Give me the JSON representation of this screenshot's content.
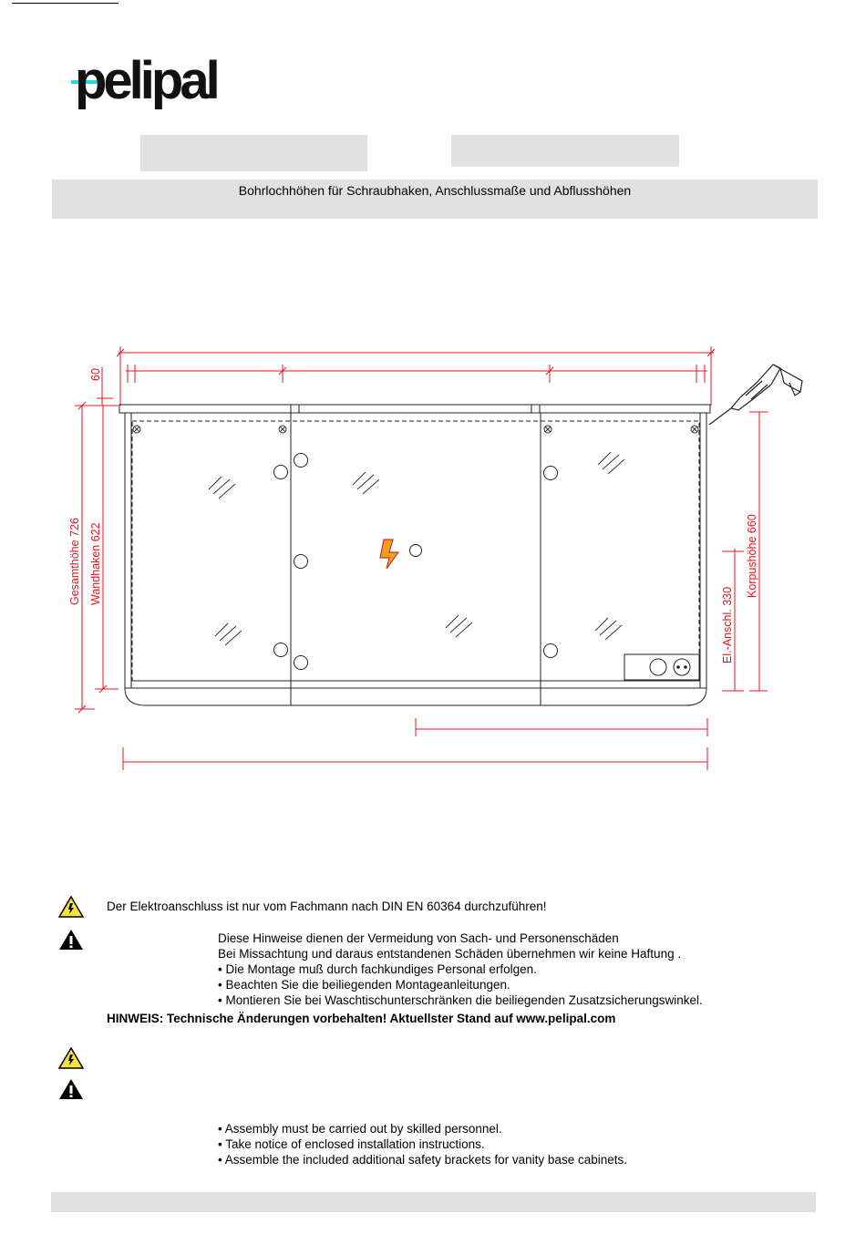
{
  "header": {
    "logo_text": "pelipal",
    "banner_text": "Bohrlochhöhen für Schraubhaken, Anschlussmaße und Abflusshöhen"
  },
  "drawing": {
    "dim_top": "60",
    "label_total_height": "Gesamthöhe 726",
    "label_wall_hook": "Wandhaken 622",
    "label_body_height": "Korpushöhe 660",
    "label_el_connection": "El.-Anschl. 330",
    "accent_color": "#e8141c"
  },
  "notes_de": {
    "electric_warning": "Der Elektroanschluss ist nur vom Fachmann nach DIN EN 60364 durchzuführen!",
    "lines": [
      "Diese Hinweise dienen  der Vermeidung von Sach- und Personenschäden",
      "Bei Missachtung und daraus entstandenen Schäden übernehmen wir keine Haftung .",
      "• Die Montage muß durch fachkundiges Personal erfolgen.",
      "• Beachten Sie die beiliegenden Montageanleitungen.",
      "• Montieren Sie bei Waschtischunterschränken die beiliegenden Zusatzsicherungswinkel."
    ],
    "hinweis": "HINWEIS:  Technische Änderungen vorbehalten! Aktuellster Stand auf www.pelipal.com"
  },
  "notes_en": {
    "lines": [
      "• Assembly must be carried out by skilled personnel.",
      "• Take notice of enclosed installation instructions.",
      "• Assemble the included additional safety brackets for vanity base cabinets."
    ]
  },
  "icons": {
    "electric_warning": "electric-warning-icon",
    "general_warning": "general-warning-icon"
  }
}
